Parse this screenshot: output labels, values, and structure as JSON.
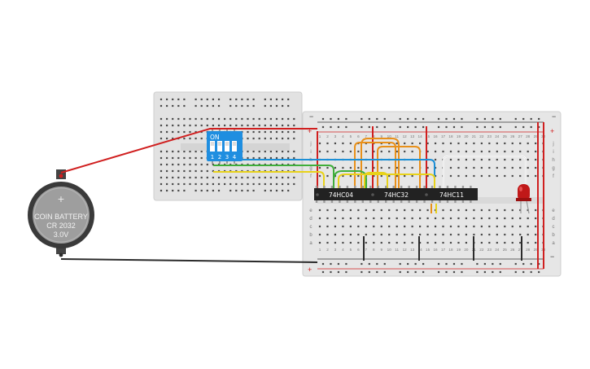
{
  "battery": {
    "line1": "COIN BATTERY",
    "line2": "CR 2032",
    "line3": "3.0V",
    "plus_symbol": "+"
  },
  "dip_switch": {
    "on_label": "ON",
    "switch_numbers": [
      "1",
      "2",
      "3",
      "4"
    ],
    "color": "#1f8ee0"
  },
  "chips": [
    {
      "label": "74HC04"
    },
    {
      "label": "74HC32"
    },
    {
      "label": "74HC11"
    }
  ],
  "breadboard": {
    "row_letters_top": [
      "f",
      "g",
      "h",
      "i",
      "j"
    ],
    "row_letters_bottom": [
      "a",
      "b",
      "c",
      "d",
      "e"
    ],
    "column_numbers": [
      "1",
      "2",
      "3",
      "4",
      "5",
      "6",
      "7",
      "8",
      "9",
      "10",
      "11",
      "12",
      "13",
      "14",
      "15",
      "16",
      "17",
      "18",
      "19",
      "20",
      "21",
      "22",
      "23",
      "24",
      "25",
      "26",
      "27",
      "28",
      "29",
      "30"
    ],
    "rail_plus": "+",
    "rail_minus": "−"
  },
  "colors": {
    "board": "#e6e6e6",
    "hole": "#4a4a4a",
    "wire_red": "#d01f1f",
    "wire_black": "#2b2b2b",
    "wire_blue": "#1c8fd6",
    "wire_green": "#3fae3a",
    "wire_yellow": "#e8d21a",
    "wire_orange": "#e8901a",
    "chip": "#222222",
    "led": "#c01818"
  }
}
